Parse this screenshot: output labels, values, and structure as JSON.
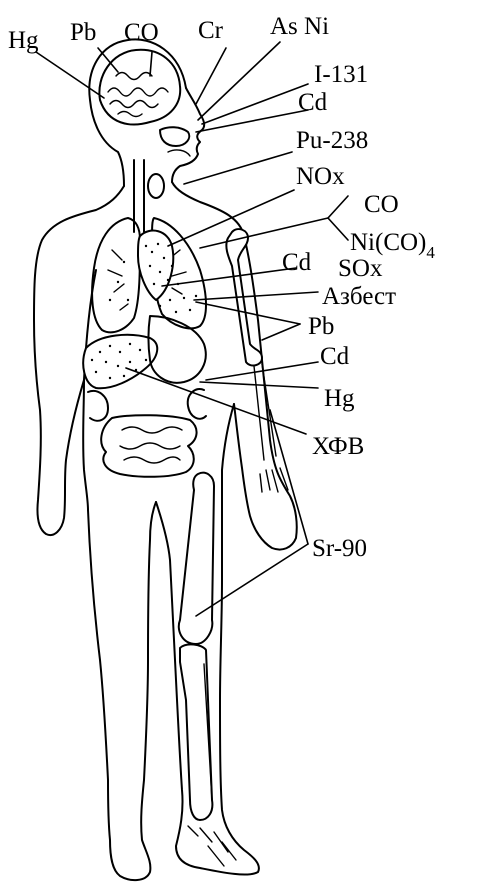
{
  "labels": {
    "hg_top": "Hg",
    "pb_top": "Pb",
    "co_top": "CO",
    "cr": "Cr",
    "as_ni": "As Ni",
    "i131": "I-131",
    "cd_nose": "Cd",
    "pu238": "Pu-238",
    "nox": "NOx",
    "co_lung": "CO",
    "nico4": "Ni(CO)",
    "nico4_sub": "4",
    "sox": "SOx",
    "cd_lung": "Cd",
    "asbestos": "Азбест",
    "pb_arm": "Pb",
    "cd_kidney": "Cd",
    "hg_kidney": "Hg",
    "chem": "ХФВ",
    "sr90": "Sr-90"
  }
}
